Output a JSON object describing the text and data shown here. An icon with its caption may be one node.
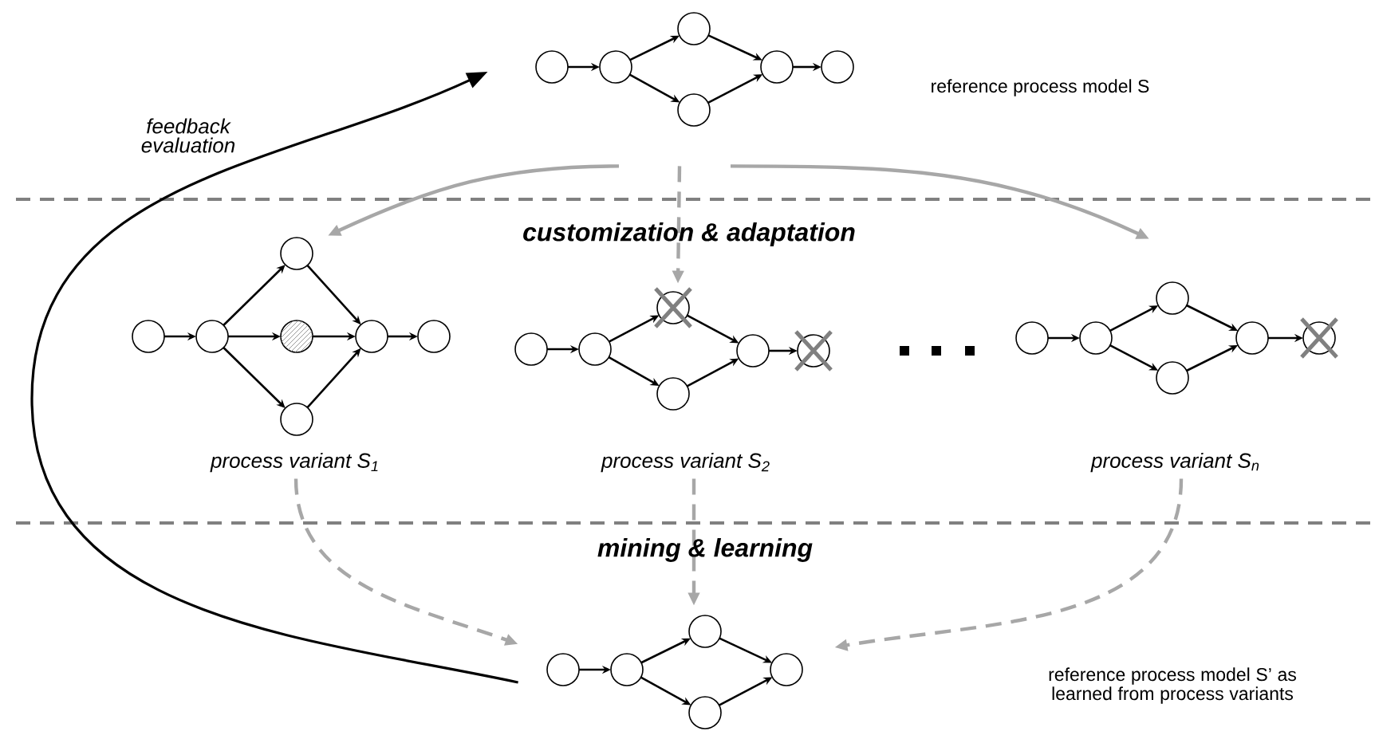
{
  "diagram": {
    "nodes": [
      {
        "text": [],
        "shape": "graph"
      },
      {
        "text": [],
        "shape": "graph",
        "beside": [
          "process variant S$_{1}$"
        ]
      },
      {
        "text": [],
        "shape": "graph",
        "beside": [
          "process variant S$_{2}$"
        ]
      },
      {
        "text": [],
        "shape": "graph",
        "beside": [
          "process variant S$_{n}$"
        ]
      },
      {
        "text": [],
        "shape": "graph"
      }
    ],
    "edges": [
      {
        "from": 0,
        "to": 1,
        "arrow": "to"
      },
      {
        "from": 0,
        "to": 2,
        "arrow": "to",
        "style": "dashed"
      },
      {
        "from": 0,
        "to": 3,
        "arrow": "to"
      },
      {
        "from": 1,
        "to": 4,
        "arrow": "to",
        "style": "dashed"
      },
      {
        "from": 2,
        "to": 4,
        "arrow": "to",
        "style": "dashed"
      },
      {
        "from": 3,
        "to": 4,
        "arrow": "to",
        "style": "dashed"
      },
      {
        "from": 4,
        "to": 0,
        "arrow": "to",
        "label": "feedback evaluation",
        "color": "#000000"
      }
    ],
    "labels": [
      "reference process model S",
      "customization & adaptation",
      "mining & learning",
      "reference process model S’ as learned from process variants"
    ]
  }
}
